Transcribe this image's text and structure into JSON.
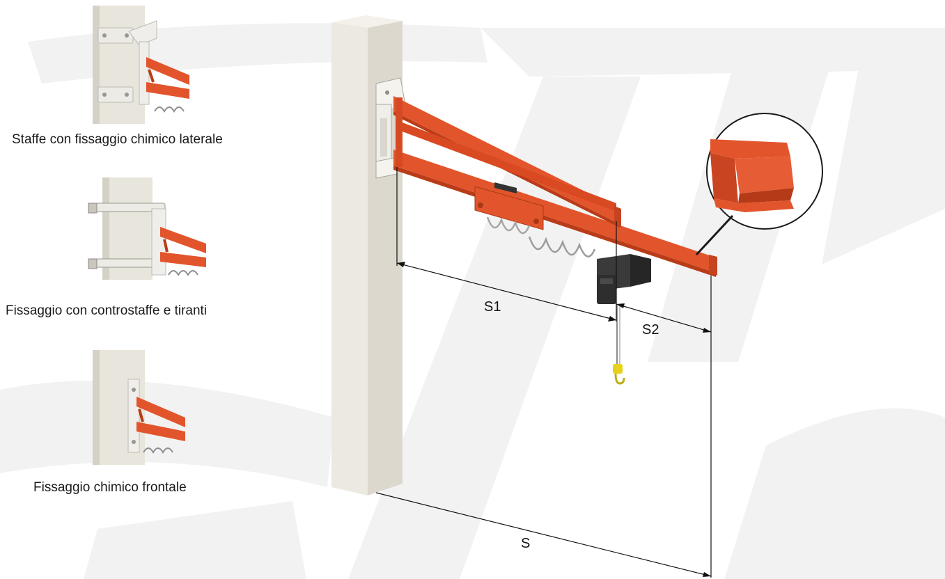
{
  "variants": [
    {
      "caption": "Staffe con fissaggio chimico laterale"
    },
    {
      "caption": "Fissaggio con controstaffe e tiranti"
    },
    {
      "caption": "Fissaggio chimico frontale"
    }
  ],
  "dimensions": {
    "s1": "S1",
    "s2": "S2",
    "s": "S"
  },
  "colors": {
    "arm": "#e2552c",
    "arm_dark": "#b93b17",
    "column": "#e9e6dd",
    "column_shade": "#d3cfc3",
    "hoist": "#2e2e2e",
    "hook": "#e6d21b",
    "watermark": "#f1f1f1"
  }
}
